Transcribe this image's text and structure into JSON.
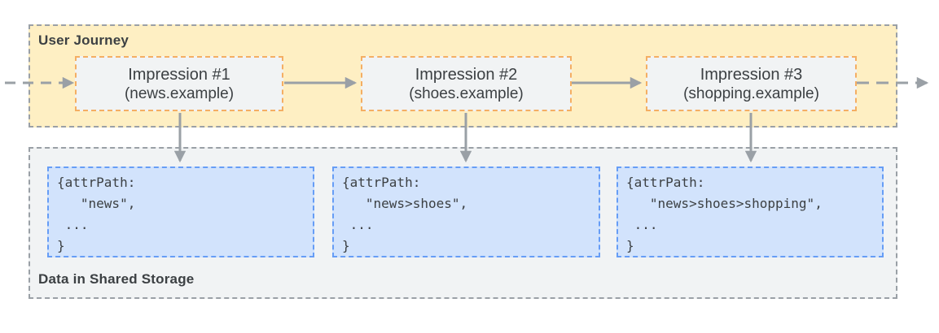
{
  "colors": {
    "journey_bg": "#FEEFC3",
    "container_border": "#9AA0A6",
    "impression_bg": "#F1F3F4",
    "impression_border": "#F4AE63",
    "storage_bg": "#F1F3F4",
    "data_bg": "#D2E3FC",
    "data_border": "#669DF6",
    "arrow": "#9AA0A6",
    "text": "#3C4043"
  },
  "journey": {
    "label": "User Journey",
    "impressions": [
      {
        "title": "Impression #1",
        "subtitle": "(news.example)"
      },
      {
        "title": "Impression #2",
        "subtitle": "(shoes.example)"
      },
      {
        "title": "Impression #3",
        "subtitle": "(shopping.example)"
      }
    ]
  },
  "storage": {
    "label": "Data in Shared Storage",
    "boxes": [
      {
        "lines": [
          "{attrPath:",
          "   \"news\",",
          " ...",
          "}"
        ]
      },
      {
        "lines": [
          "{attrPath:",
          "   \"news>shoes\",",
          " ...",
          "}"
        ]
      },
      {
        "lines": [
          "{attrPath:",
          "   \"news>shoes>shopping\",",
          " ...",
          "}"
        ]
      }
    ]
  }
}
